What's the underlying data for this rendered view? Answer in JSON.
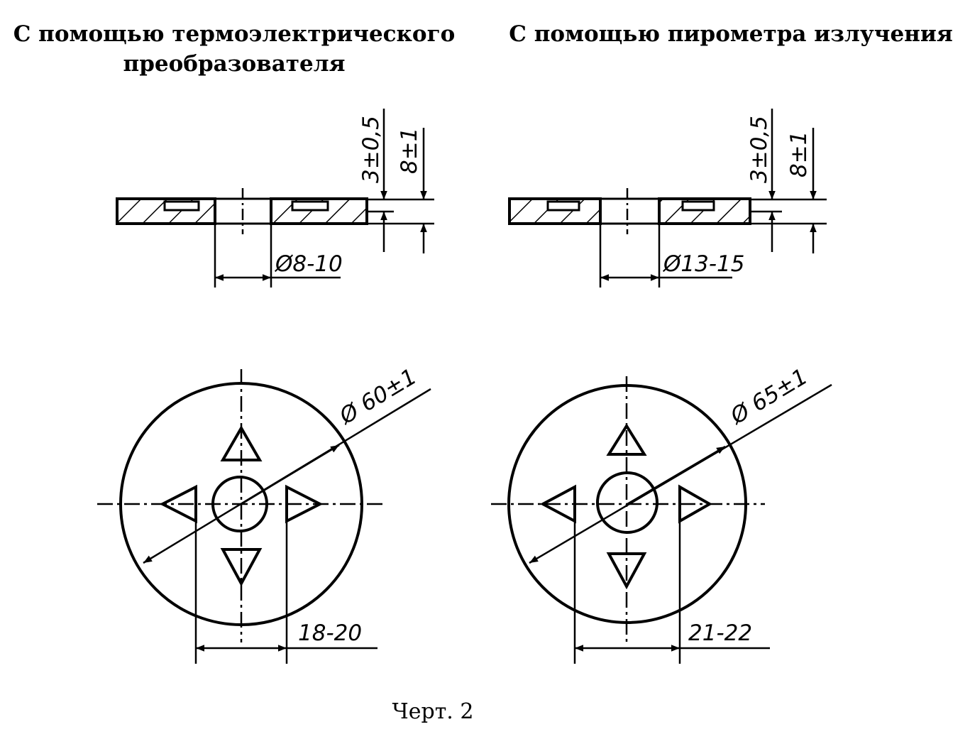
{
  "headings": {
    "left_line1": "С помощью термоэлектрического",
    "left_line2": "преобразователя",
    "right": "С помощью пирометра излучения"
  },
  "dimensions": {
    "left": {
      "thickness": "3±0,5",
      "depth": "8±1",
      "hole": "Ø8-10",
      "outer": "Ø 60±1",
      "spacing": "18-20"
    },
    "right": {
      "thickness": "3±0,5",
      "depth": "8±1",
      "hole": "Ø13-15",
      "outer": "Ø 65±1",
      "spacing": "21-22"
    }
  },
  "caption": "Черт. 2"
}
